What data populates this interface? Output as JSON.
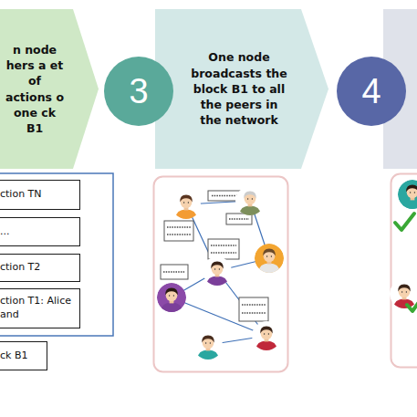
{
  "diagram": {
    "nodes": [
      {
        "text": [
          "n node hers a et of actions o one ck B1"
        ]
      },
      {
        "text": [
          "3"
        ]
      },
      {
        "text": [
          "One node broadcasts the block B1 to all the peers in the network"
        ]
      },
      {
        "text": [
          "4"
        ]
      },
      {
        "text": [
          "ction TN"
        ]
      },
      {
        "text": [
          "..."
        ]
      },
      {
        "text": [
          "ction T2"
        ]
      },
      {
        "text": [
          "ction T1: Alice and"
        ]
      },
      {
        "text": [
          "ck B1"
        ]
      }
    ]
  }
}
